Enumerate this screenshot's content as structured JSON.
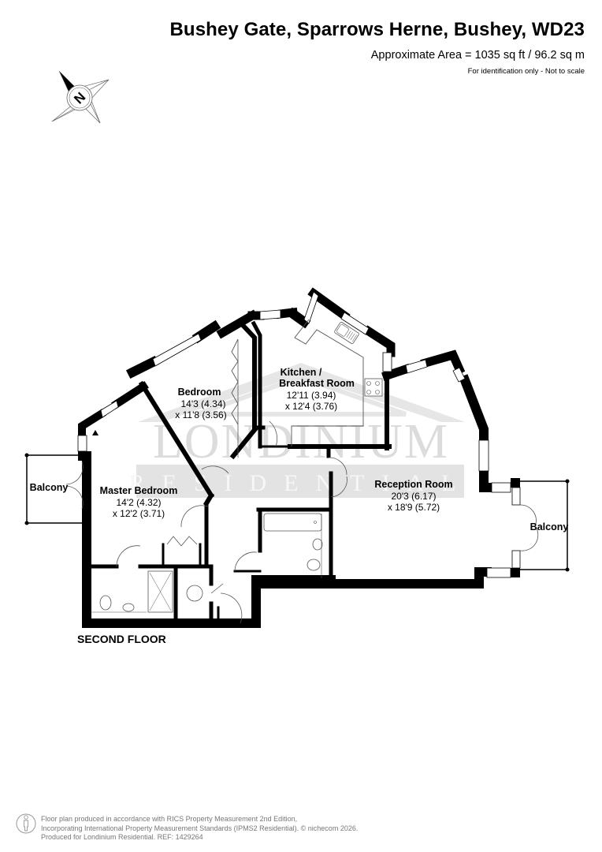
{
  "header": {
    "title": "Bushey Gate, Sparrows Herne, Bushey, WD23",
    "area": "Approximate Area = 1035 sq ft / 96.2 sq m",
    "disclaimer": "For identification only - Not to scale"
  },
  "compass": {
    "icon": "north-arrow-compass-icon",
    "label": "N"
  },
  "watermark": {
    "line1": "LONDINIUM",
    "line2": "RESIDENTIAL"
  },
  "rooms": {
    "kitchen": {
      "name_line1": "Kitchen /",
      "name_line2": "Breakfast Room",
      "dim1": "12'11 (3.94)",
      "dim2": "x 12'4 (3.76)"
    },
    "bedroom": {
      "name": "Bedroom",
      "dim1": "14'3 (4.34)",
      "dim2": "x 11'8 (3.56)"
    },
    "master_bedroom": {
      "name": "Master Bedroom",
      "dim1": "14'2 (4.32)",
      "dim2": "x 12'2 (3.71)"
    },
    "reception": {
      "name": "Reception Room",
      "dim1": "20'3 (6.17)",
      "dim2": "x 18'9 (5.72)"
    },
    "balcony_left": {
      "name": "Balcony"
    },
    "balcony_right": {
      "name": "Balcony"
    }
  },
  "floor_label": "SECOND FLOOR",
  "footer": {
    "line1": "Floor plan produced in accordance with RICS Property Measurement 2nd Edition,",
    "line2": "Incorporating International Property Measurement Standards (IPMS2 Residential).   © nichecom 2026.",
    "line3": "Produced for Londinium Residential.   REF: 1429264"
  }
}
